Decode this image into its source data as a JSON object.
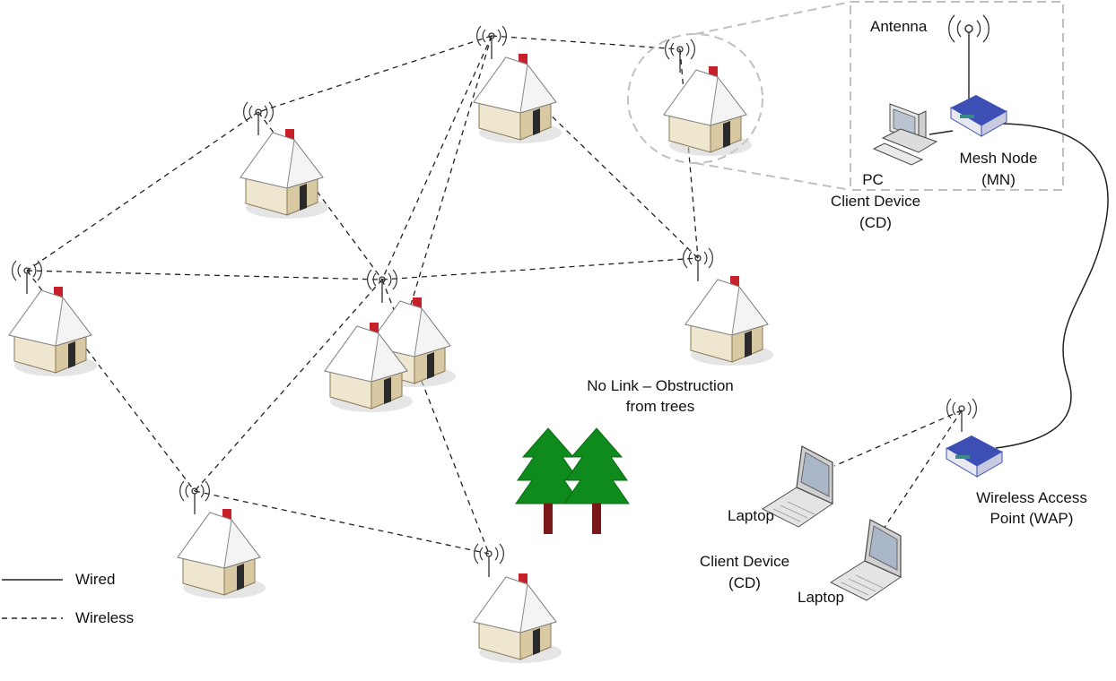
{
  "labels": {
    "antenna": "Antenna",
    "pc": "PC",
    "client_device_cd": "Client Device",
    "client_device_cd_abbr": "(CD)",
    "mesh_node": "Mesh Node",
    "mesh_node_abbr": "(MN)",
    "no_link_line1": "No Link – Obstruction",
    "no_link_line2": "from trees",
    "wap_line1": "Wireless Access",
    "wap_line2": "Point (WAP)",
    "laptop_top": "Laptop",
    "laptop_bottom": "Laptop",
    "client_device_laptops": "Client Device",
    "client_device_laptops_abbr": "(CD)"
  },
  "legend": {
    "wired": "Wired",
    "wireless": "Wireless"
  },
  "colors": {
    "house_wall_front": "#efe6cf",
    "house_wall_side": "#d9c9a3",
    "house_roof": "#f4f4f4",
    "chimney": "#c8202a",
    "tree_green": "#0f8a1c",
    "tree_trunk": "#7a1818",
    "device_blue": "#3d4fb5",
    "zoom_outline": "#c0c0c0"
  }
}
